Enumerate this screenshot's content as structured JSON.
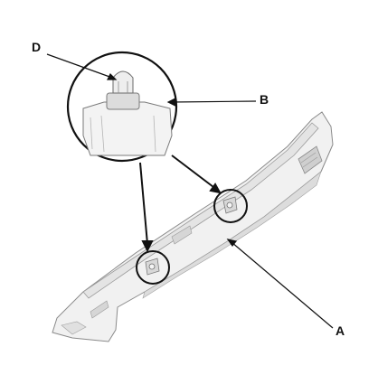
{
  "callouts": {
    "a": "A",
    "b": "B",
    "d": "D"
  },
  "colors": {
    "line": "#111111",
    "part_fill": "#f1f1f1",
    "part_shade": "#d9d9d9",
    "part_edge": "#8a8a8a"
  }
}
